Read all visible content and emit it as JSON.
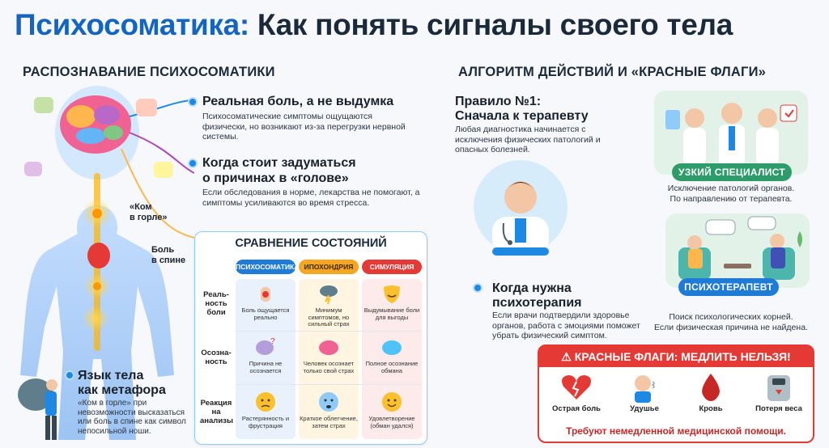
{
  "title": {
    "accent": "Психосоматика:",
    "rest": " Как понять сигналы своего тела"
  },
  "left": {
    "heading": "РАСПОЗНАВАНИЕ ПСИХОСОМАТИКИ",
    "point1": {
      "title": "Реальная боль, а не выдумка",
      "text": "Психосоматические симптомы ощущаются физически, но возникают из-за перегрузки нервной системы."
    },
    "point2": {
      "title_line1": "Когда стоит задуматься",
      "title_line2": "о причинах в «голове»",
      "text": "Если обследования в норме, лекарства не помогают, а симптомы усиливаются во время стресса."
    },
    "tag_throat": "«Ком\nв горле»",
    "tag_back": "Боль\nв спине",
    "point3": {
      "title_line1": "Язык тела",
      "title_line2": "как метафора",
      "text": "«Ком в горле» при невозможности высказаться или боль в спине как символ непосильной ноши."
    }
  },
  "comparison": {
    "title": "СРАВНЕНИЕ СОСТОЯНИЙ",
    "columns": [
      "ПСИХОСОМАТИКА",
      "ИПОХОНДРИЯ",
      "СИМУЛЯЦИЯ"
    ],
    "rows": [
      {
        "label": "Реаль-\nность\nболи",
        "cells": [
          "Боль ощущается реально",
          "Минимум симптомов, но сильный страх",
          "Выдумывание боли для выгоды"
        ]
      },
      {
        "label": "Осозна-\nность",
        "cells": [
          "Причина не осознается",
          "Человек осознает только свой страх",
          "Полное осознание обмана"
        ]
      },
      {
        "label": "Реакция\nна\nанализы",
        "cells": [
          "Растерянность и фрустрация",
          "Краткое облегчение, затем страх",
          "Удовлетворение (обман удался)"
        ]
      }
    ]
  },
  "right": {
    "heading": "АЛГОРИТМ ДЕЙСТВИЙ И «КРАСНЫЕ ФЛАГИ»",
    "rule": {
      "title_line1": "Правило №1:",
      "title_line2": "Сначала к терапевту",
      "text": "Любая диагностика начинается с исключения физических патологий и опасных болезней."
    },
    "specialist": {
      "badge": "УЗКИЙ СПЕЦИАЛИСТ",
      "text": "Исключение патологий органов.\nПо направлению от терапевта."
    },
    "therapy": {
      "title_line1": "Когда нужна",
      "title_line2": "психотерапия",
      "text": "Если врачи подтвердили здоровье органов, работа с эмоциями поможет убрать физический симптом."
    },
    "psychotherapist": {
      "badge": "ПСИХОТЕРАПЕВТ",
      "text": "Поиск психологических корней.\nЕсли физическая причина не найдена."
    },
    "redflags": {
      "header": "КРАСНЫЕ ФЛАГИ: МЕДЛИТЬ НЕЛЬЗЯ!",
      "items": [
        "Острая боль",
        "Удушье",
        "Кровь",
        "Потеря веса"
      ],
      "footer": "Требуют немедленной медицинской помощи."
    }
  },
  "colors": {
    "blue": "#1e7bd6",
    "orange": "#f5a623",
    "red": "#e53935",
    "green": "#2e9c6a",
    "purple": "#7b52c9"
  }
}
